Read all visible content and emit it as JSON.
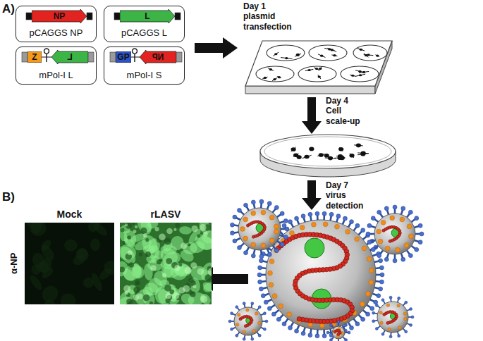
{
  "diagram": {
    "nodes": [
      {
        "text": [
          "pCAGGS NP"
        ]
      },
      {
        "text": [
          "NP"
        ],
        "in": 0
      },
      {
        "text": [
          "pCAGGS L"
        ]
      },
      {
        "text": [
          "L"
        ],
        "in": 2
      },
      {
        "text": [
          "mPol-I L"
        ]
      },
      {
        "text": [
          "Z"
        ],
        "in": 4
      },
      {
        "text": [
          "L"
        ],
        "in": 4
      },
      {
        "text": [
          "mPol-I S"
        ]
      },
      {
        "text": [
          "GP"
        ],
        "in": 7
      },
      {
        "text": [
          "NP"
        ],
        "in": 7
      },
      {
        "text": [
          "Mock"
        ]
      },
      {
        "text": [
          "rLASV"
        ]
      }
    ],
    "labels": [
      "A)",
      "Day 1 plasmid transfection",
      "Day 4 Cell scale-up",
      "Day 7 virus detection",
      "B)",
      "α-NP"
    ]
  }
}
